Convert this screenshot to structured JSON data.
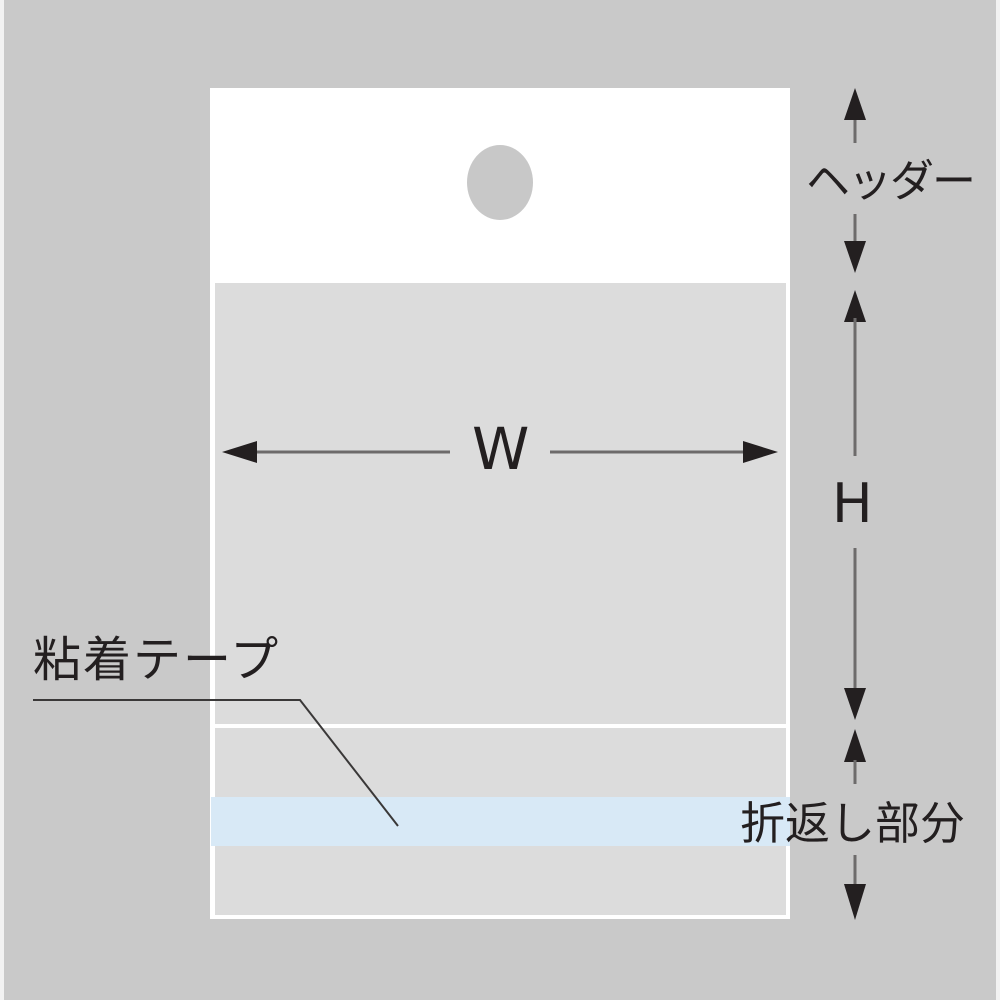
{
  "diagram": {
    "title": "Header bag dimension diagram",
    "colors": {
      "background": "#c9c9c9",
      "bag_header": "#ffffff",
      "bag_body": "#dcdcdc",
      "hang_hole": "#c8c8c8",
      "adhesive_tape": "#d8e9f6",
      "line": "#231f20"
    },
    "labels": {
      "header": "ヘッダー",
      "width": "W",
      "height": "H",
      "adhesive_tape": "粘着テープ",
      "fold_part": "折返し部分"
    }
  }
}
